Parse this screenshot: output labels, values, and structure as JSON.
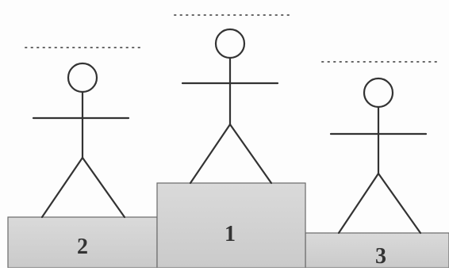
{
  "podium": {
    "places": [
      {
        "rank_label": "2",
        "name_line": ""
      },
      {
        "rank_label": "1",
        "name_line": ""
      },
      {
        "rank_label": "3",
        "name_line": ""
      }
    ]
  },
  "colors": {
    "block_fill": "#d3d3d3",
    "block_stroke": "#555555",
    "figure_stroke": "#333333",
    "dots": "#666666",
    "background": "#fdfdfd"
  }
}
